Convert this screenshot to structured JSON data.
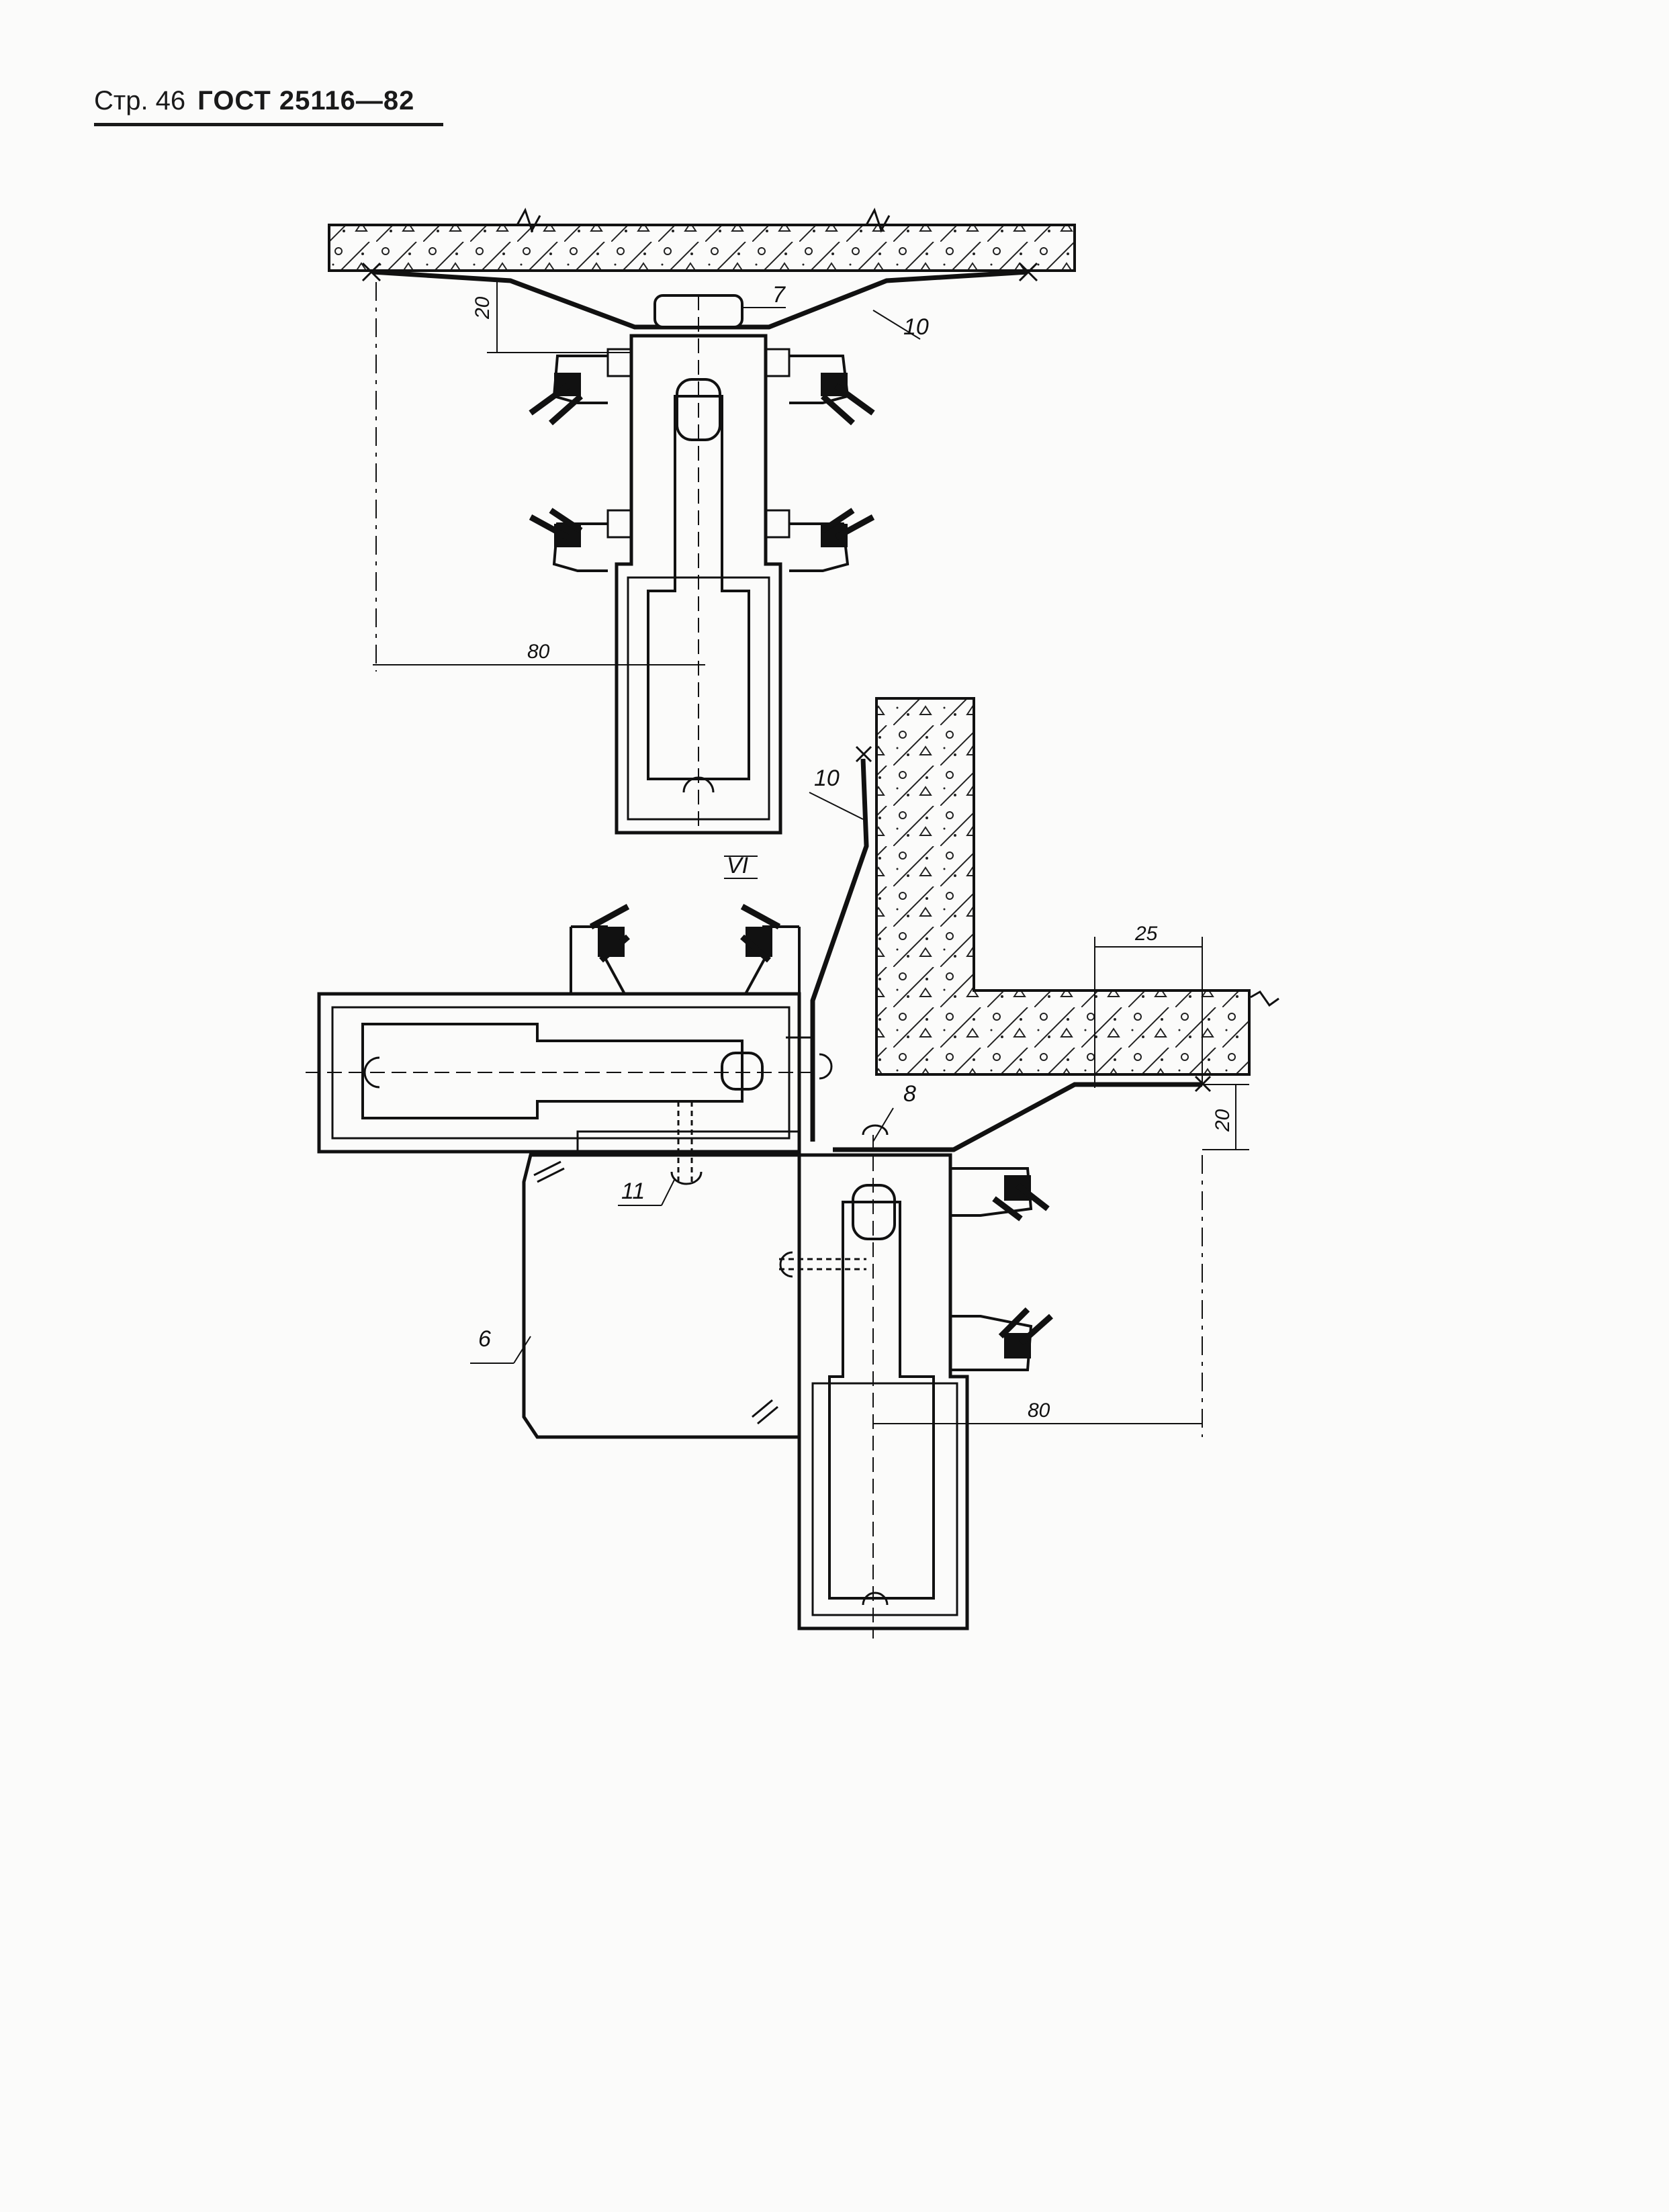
{
  "header": {
    "page": "Стр. 46",
    "standard": "ГОСТ 25116—82"
  },
  "figure": {
    "view_label": "VI",
    "callouts": {
      "c7": "7",
      "c10_top": "10",
      "c10_mid": "10",
      "c8": "8",
      "c11": "11",
      "c6": "6"
    },
    "dimensions": {
      "d20_top": "20",
      "d80_top": "80",
      "d25": "25",
      "d20_right": "20",
      "d80_bottom": "80"
    }
  }
}
